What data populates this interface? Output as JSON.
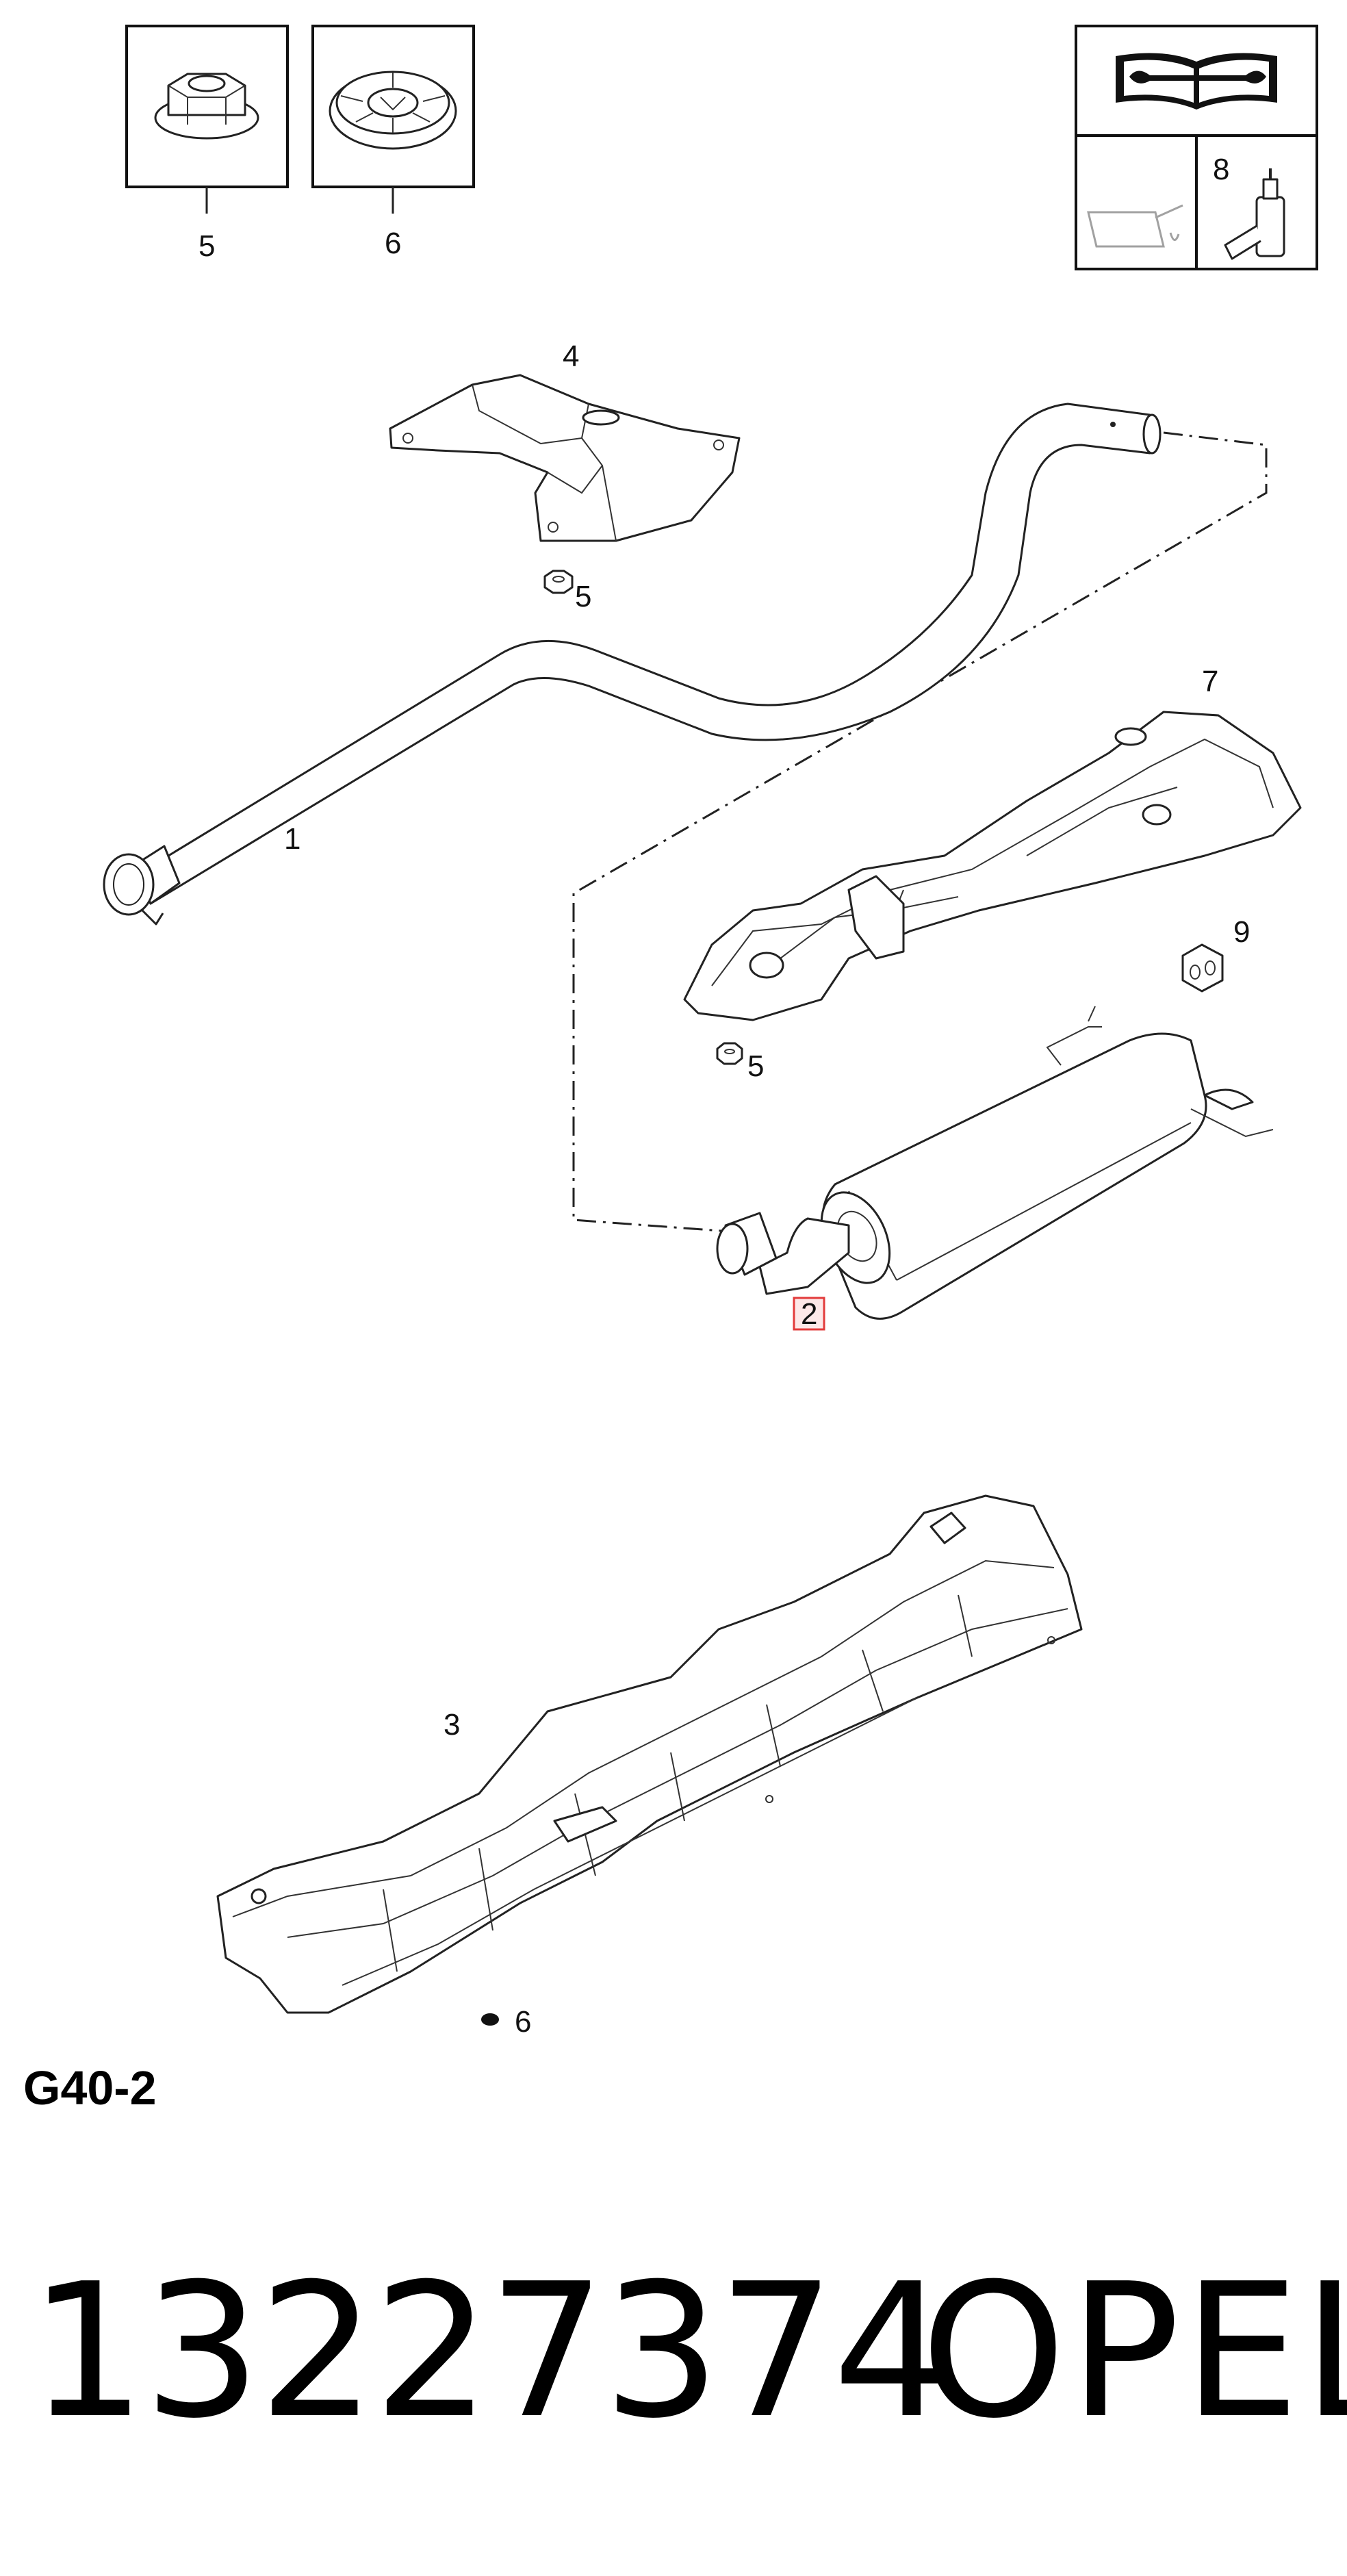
{
  "callouts": {
    "nut": "5",
    "clip": "6",
    "shield_upper": "4",
    "pipe": "1",
    "shield_middle": "7",
    "hanger": "9",
    "nut_lower": "5",
    "muffler": "2",
    "shield_large": "3",
    "clip_lower": "6",
    "nut_upper": "5",
    "sealant": "8"
  },
  "highlight_color": "#e23b3b",
  "icons": [
    "hex-flange-nut-icon",
    "spring-clip-icon",
    "repair-manual-icon",
    "oil-can-icon",
    "sealant-bottle-icon"
  ],
  "page_code": "G40-2",
  "part_number": "13227374",
  "brand": "OPEL"
}
